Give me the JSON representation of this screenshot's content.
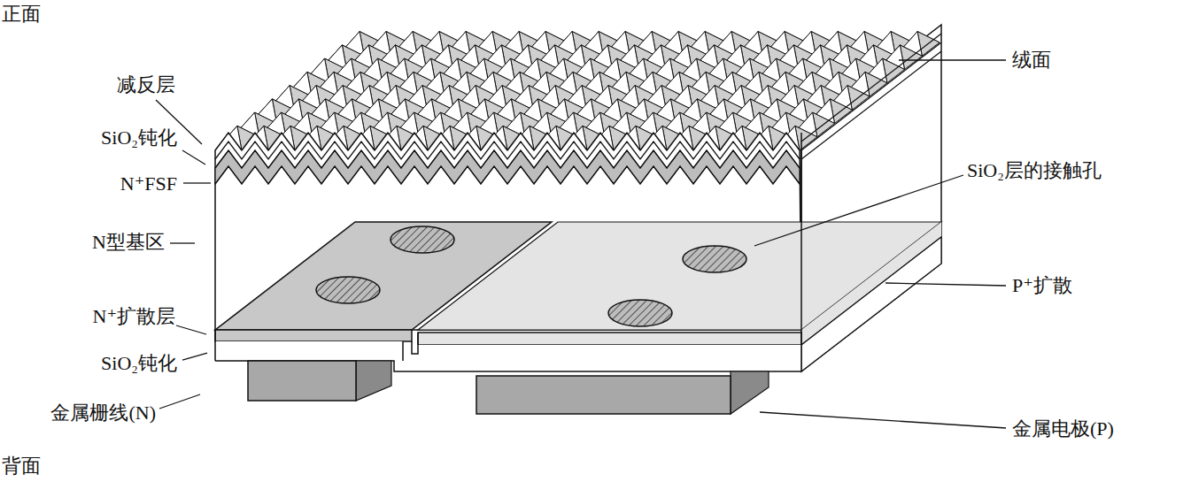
{
  "diagram": {
    "labels": [
      "正面",
      "减反层",
      "SiO₂钝化",
      "N⁺FSF",
      "N型基区",
      "N⁺扩散层",
      "SiO₂钝化",
      "金属栅线(N)",
      "背面",
      "绒面",
      "SiO₂层的接触孔",
      "P⁺扩散",
      "金属电极(P)"
    ]
  }
}
